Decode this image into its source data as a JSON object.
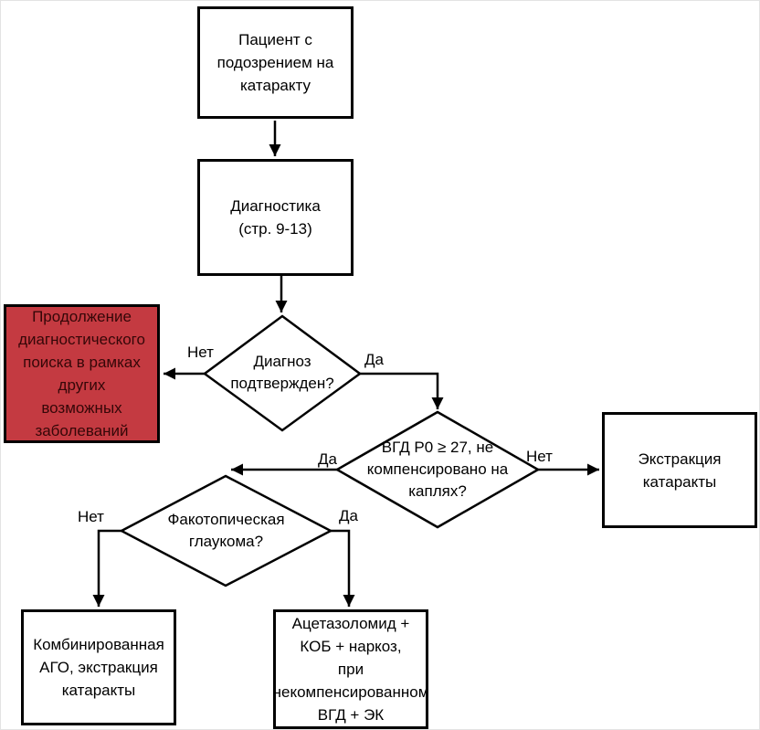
{
  "flowchart": {
    "nodes": {
      "patient": "Пациент с\nподозрением на\nкатаракту",
      "diagnostics": "Диагностика\n(стр. 9-13)",
      "continue_search": "Продолжение\nдиагностического\nпоиска в рамках\nдругих\nвозможных\nзаболеваний",
      "diagnosis_confirmed": "Диагноз\nподтвержден?",
      "iop_high": "ВГД Р0 ≥ 27, не\nкомпенсировано на\nкаплях?",
      "extraction": "Экстракция\nкатаракты",
      "phacotopic": "Факотопическая\nглаукома?",
      "combined": "Комбинированная\nАГО, экстракция\nкатаракты",
      "acetazolamide": "Ацетазоломид +\nКОБ + наркоз,\nпри\nнекомпенсированном\nВГД + ЭК"
    },
    "edges": [
      {
        "from": "patient",
        "to": "diagnostics",
        "label": ""
      },
      {
        "from": "diagnostics",
        "to": "diagnosis_confirmed",
        "label": ""
      },
      {
        "from": "diagnosis_confirmed",
        "to": "continue_search",
        "label": "Нет"
      },
      {
        "from": "diagnosis_confirmed",
        "to": "iop_high",
        "label": "Да"
      },
      {
        "from": "iop_high",
        "to": "extraction",
        "label": "Нет"
      },
      {
        "from": "iop_high",
        "to": "phacotopic",
        "label": "Да"
      },
      {
        "from": "phacotopic",
        "to": "combined",
        "label": "Нет"
      },
      {
        "from": "phacotopic",
        "to": "acetazolamide",
        "label": "Да"
      }
    ],
    "colors": {
      "alert_bg": "#c43a41",
      "alert_text": "#350708",
      "stroke": "#000000",
      "node_bg": "#ffffff"
    }
  }
}
